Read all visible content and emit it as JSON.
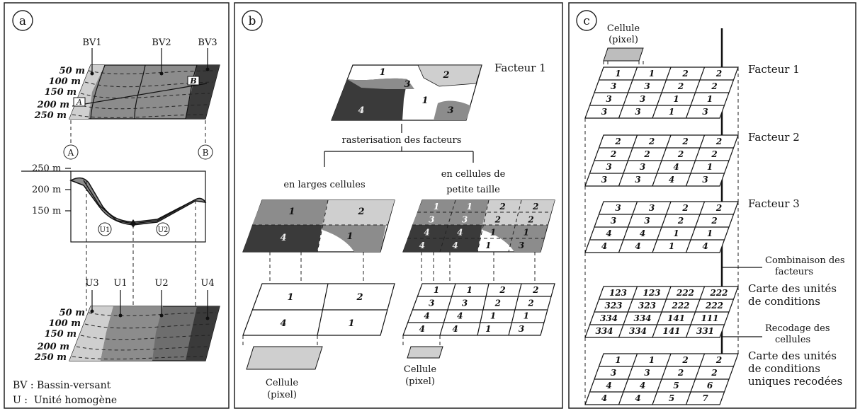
{
  "panels": {
    "a": {
      "letter": "a",
      "bv": [
        "BV1",
        "BV2",
        "BV3"
      ],
      "contours": [
        "50 m",
        "100 m",
        "150 m",
        "200 m",
        "250 m"
      ],
      "section_ends": [
        "A",
        "B"
      ],
      "profile_y": [
        "250 m",
        "200 m",
        "150 m"
      ],
      "profile_units": [
        "U1",
        "U2"
      ],
      "units": [
        "U3",
        "U1",
        "U2",
        "U4"
      ],
      "legend": [
        "BV : Bassin-versant",
        "U :  Unité homogène"
      ]
    },
    "b": {
      "letter": "b",
      "factor_title": "Facteur 1",
      "factor_labels": [
        "1",
        "2",
        "3",
        "4",
        "1",
        "3"
      ],
      "rasterisation": "rasterisation des facteurs",
      "left_title": "en larges cellules",
      "right_title_1": "en cellules de",
      "right_title_2": "petite taille",
      "large_map_labels": [
        "1",
        "2",
        "4",
        "1"
      ],
      "large_grid": [
        [
          "1",
          "2"
        ],
        [
          "4",
          "1"
        ]
      ],
      "small_map_labels": [
        "1",
        "1",
        "2",
        "2",
        "3",
        "3",
        "2",
        "2",
        "4",
        "4",
        "1",
        "1",
        "4",
        "4",
        "1",
        "3"
      ],
      "small_grid": [
        [
          "1",
          "1",
          "2",
          "2"
        ],
        [
          "3",
          "3",
          "2",
          "2"
        ],
        [
          "4",
          "4",
          "1",
          "1"
        ],
        [
          "4",
          "4",
          "1",
          "3"
        ]
      ],
      "cell_left_1": "Cellule",
      "cell_left_2": "(pixel)",
      "cell_right_1": "Cellule",
      "cell_right_2": "(pixel)"
    },
    "c": {
      "letter": "c",
      "cell_1": "Cellule",
      "cell_2": "(pixel)",
      "layers": [
        {
          "title_1": "Facteur 1",
          "title_2": "",
          "title_3": "",
          "grid": [
            [
              "1",
              "1",
              "2",
              "2"
            ],
            [
              "3",
              "3",
              "2",
              "2"
            ],
            [
              "3",
              "3",
              "1",
              "1"
            ],
            [
              "3",
              "3",
              "1",
              "3"
            ]
          ]
        },
        {
          "title_1": "Facteur 2",
          "title_2": "",
          "title_3": "",
          "grid": [
            [
              "2",
              "2",
              "2",
              "2"
            ],
            [
              "2",
              "2",
              "2",
              "2"
            ],
            [
              "3",
              "3",
              "4",
              "1"
            ],
            [
              "3",
              "3",
              "4",
              "3"
            ]
          ]
        },
        {
          "title_1": "Facteur 3",
          "title_2": "",
          "title_3": "",
          "grid": [
            [
              "3",
              "3",
              "2",
              "2"
            ],
            [
              "3",
              "3",
              "2",
              "2"
            ],
            [
              "4",
              "4",
              "1",
              "1"
            ],
            [
              "4",
              "4",
              "1",
              "4"
            ]
          ]
        },
        {
          "title_1": "Carte des unités",
          "title_2": "de conditions",
          "title_3": "",
          "grid": [
            [
              "123",
              "123",
              "222",
              "222"
            ],
            [
              "323",
              "323",
              "222",
              "222"
            ],
            [
              "334",
              "334",
              "141",
              "111"
            ],
            [
              "334",
              "334",
              "141",
              "331"
            ]
          ]
        },
        {
          "title_1": "Carte des unités",
          "title_2": "de conditions",
          "title_3": "uniques recodées",
          "grid": [
            [
              "1",
              "1",
              "2",
              "2"
            ],
            [
              "3",
              "3",
              "2",
              "2"
            ],
            [
              "4",
              "4",
              "5",
              "6"
            ],
            [
              "4",
              "4",
              "5",
              "7"
            ]
          ]
        }
      ],
      "combinaison_1": "Combinaison des",
      "combinaison_2": "facteurs",
      "recodage_1": "Recodage des",
      "recodage_2": "cellules"
    }
  }
}
